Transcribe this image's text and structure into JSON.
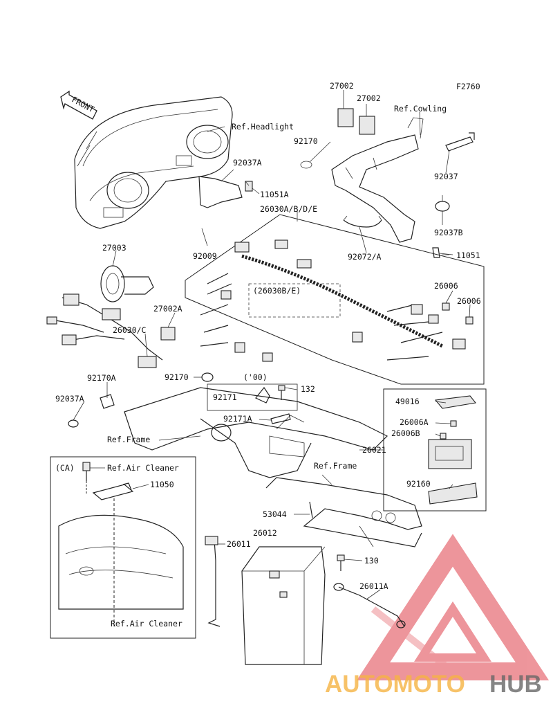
{
  "figure_code": "F2760",
  "front_label": "FRONT",
  "labels": {
    "p27002_a": "27002",
    "p27002_b": "27002",
    "ref_cowling": "Ref.Cowling",
    "ref_headlight": "Ref.Headlight",
    "p92170_top": "92170",
    "p92037a_top": "92037A",
    "p11051a": "11051A",
    "p92037": "92037",
    "p26030abde": "26030A/B/D/E",
    "p92037b": "92037B",
    "p92072a": "92072/A",
    "p11051": "11051",
    "p27003": "27003",
    "p92009": "92009",
    "p26030be": "(26030B/E)",
    "p26006_a": "26006",
    "p26006_b": "26006",
    "p27002a": "27002A",
    "p26030c": "26030/C",
    "p92170a": "92170A",
    "p92170_mid": "92170",
    "p00": "('00)",
    "p132": "132",
    "p92037a_low": "92037A",
    "p92171": "92171",
    "p92171a": "92171A",
    "p49016": "49016",
    "p26006a": "26006A",
    "p26006b": "26006B",
    "ref_frame_left": "Ref.Frame",
    "p26021": "26021",
    "ca": "(CA)",
    "ref_air_cleaner_top": "Ref.Air Cleaner",
    "ref_frame_right": "Ref.Frame",
    "p11050": "11050",
    "p92160": "92160",
    "p53044": "53044",
    "p26012": "26012",
    "p26011": "26011",
    "p130": "130",
    "p26011a": "26011A",
    "ref_air_cleaner_bottom": "Ref.Air Cleaner"
  },
  "watermark": {
    "brand_part1": "AUTOMOTO",
    "brand_part2": "HUB",
    "color_orange": "#f5b342",
    "color_red": "#e0404a",
    "color_dark": "#666666"
  }
}
